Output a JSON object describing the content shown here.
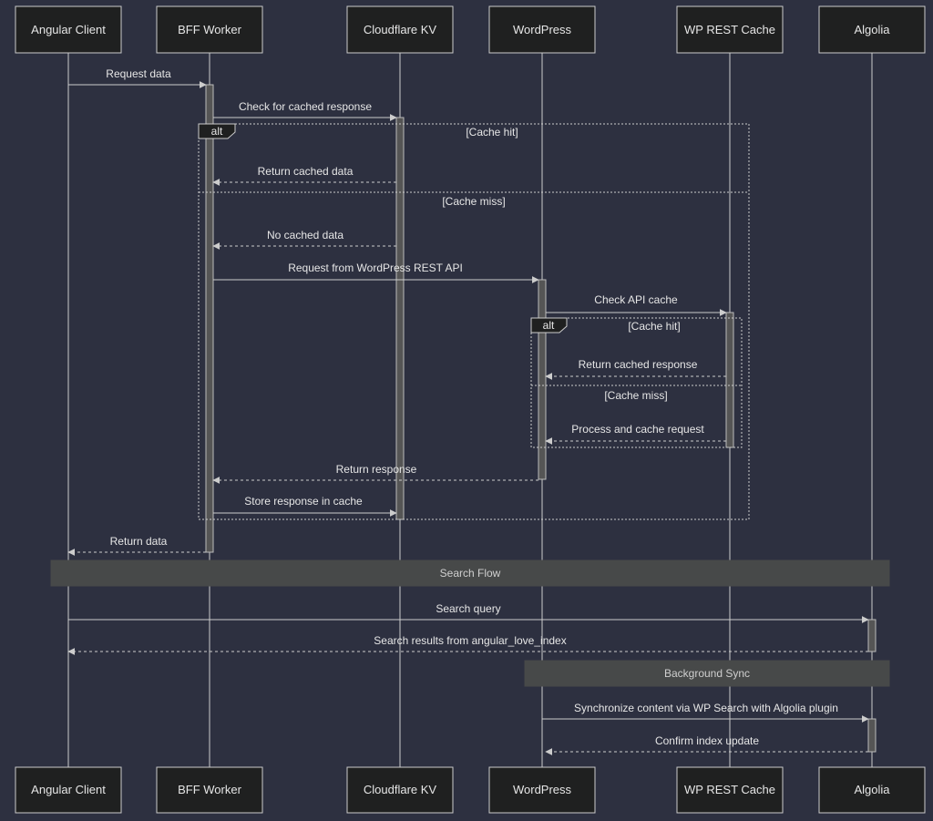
{
  "actors": [
    "Angular Client",
    "BFF Worker",
    "Cloudflare KV",
    "WordPress",
    "WP REST Cache",
    "Algolia"
  ],
  "messages": [
    {
      "label": "Request data"
    },
    {
      "label": "Check for cached response"
    },
    {
      "label": "Return cached data"
    },
    {
      "label": "No cached data"
    },
    {
      "label": "Request from WordPress REST API"
    },
    {
      "label": "Check API cache"
    },
    {
      "label": "Return cached response"
    },
    {
      "label": "Process and cache request"
    },
    {
      "label": "Return response"
    },
    {
      "label": "Store response in cache"
    },
    {
      "label": "Return data"
    },
    {
      "label": "Search query"
    },
    {
      "label": "Search results from angular_love_index"
    },
    {
      "label": "Synchronize content via WP Search with Algolia plugin"
    },
    {
      "label": "Confirm index update"
    }
  ],
  "frames": [
    {
      "keyword": "alt",
      "condition1": "[Cache hit]",
      "condition2": "[Cache miss]"
    },
    {
      "keyword": "alt",
      "condition1": "[Cache hit]",
      "condition2": "[Cache miss]"
    }
  ],
  "notes": [
    "Search Flow",
    "Background Sync"
  ]
}
